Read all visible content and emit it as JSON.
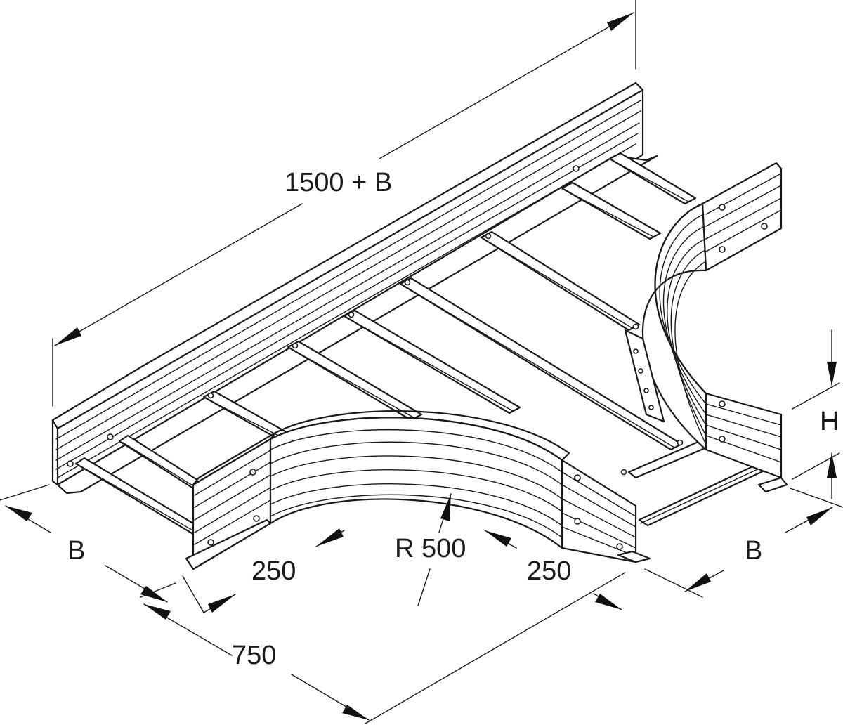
{
  "dimensions": {
    "length_total": "1500 + B",
    "width_left": "B",
    "width_right": "B",
    "height": "H",
    "radius": "R 500",
    "straight_left": "250",
    "straight_right": "250",
    "depth": "750"
  }
}
